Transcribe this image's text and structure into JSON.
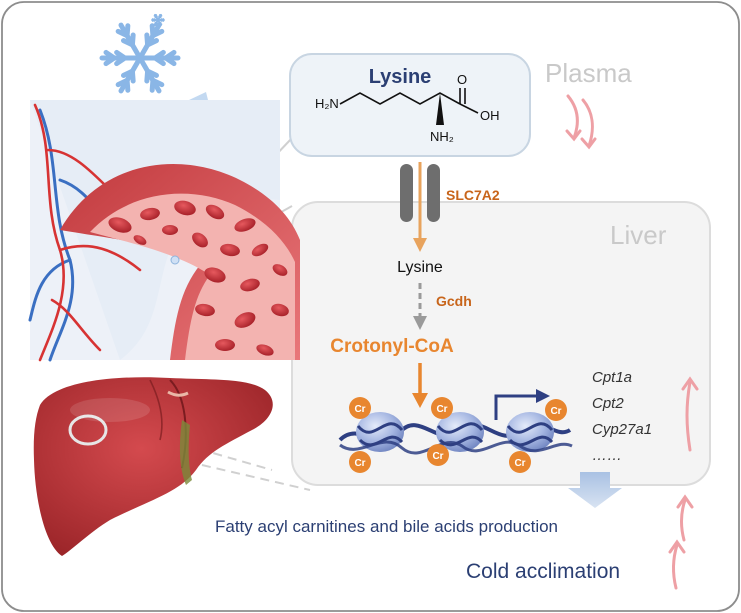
{
  "molecule": {
    "title": "Lysine",
    "amine_left": "H₂N",
    "carbonyl_o": "O",
    "hydroxyl": "OH",
    "amine_bottom": "NH₂"
  },
  "labels": {
    "plasma": "Plasma",
    "liver": "Liver",
    "transporter": "SLC7A2",
    "lysine": "Lysine",
    "enzyme": "Gcdh",
    "crotonyl": "Crotonyl-CoA",
    "cr_mark": "Cr",
    "outcome_1": "Fatty acyl carnitines and bile acids production",
    "outcome_2": "Cold acclimation"
  },
  "genes": [
    "Cpt1a",
    "Cpt2",
    "Cyp27a1",
    "……"
  ],
  "colors": {
    "orange": "#e8862f",
    "dark_orange": "#c8651b",
    "navy": "#2b3f73",
    "dna_blue": "#2e3f82",
    "pink_arrow": "#eea0a5",
    "grey_box": "#9a9a9a",
    "snow_blue": "#8ab6e6",
    "liver_red": "#b8353a"
  },
  "icons": [
    "snowflake-icon",
    "lightning-bolt-icon",
    "blood-vessel-illustration",
    "liver-illustration",
    "nucleosome-icon"
  ]
}
